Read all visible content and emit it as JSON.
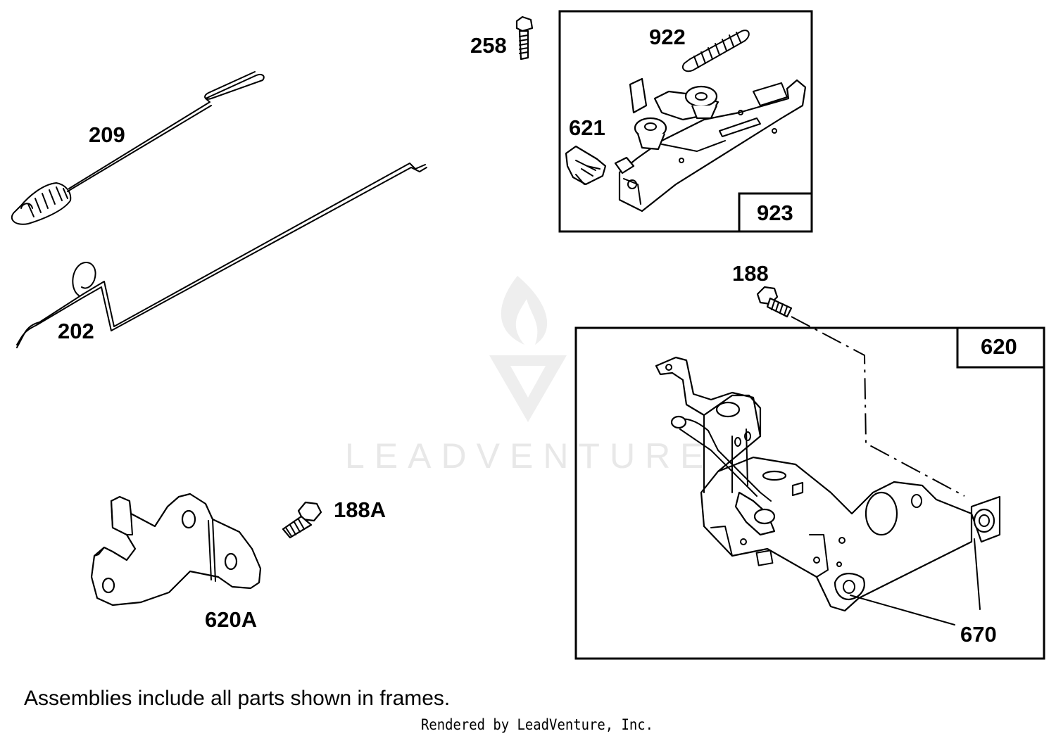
{
  "parts": {
    "p209": "209",
    "p202": "202",
    "p258": "258",
    "p922": "922",
    "p621": "621",
    "p923": "923",
    "p188": "188",
    "p620": "620",
    "p188a": "188A",
    "p620a": "620A",
    "p670": "670"
  },
  "note": "Assemblies include all parts shown in frames.",
  "credit": "Rendered by LeadVenture, Inc.",
  "watermark": "LEADVENTURE"
}
